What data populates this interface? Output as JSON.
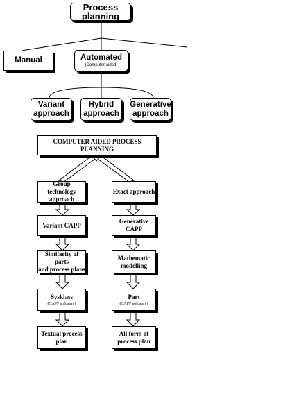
{
  "top": {
    "label": "Process planning"
  },
  "level1": {
    "manual": "Manual",
    "automated": "Automated",
    "automated_sub": "(Computer aided)"
  },
  "level2": {
    "variant": [
      "Variant",
      "approach"
    ],
    "hybrid": [
      "Hybrid",
      "approach"
    ],
    "generative": [
      "Generative",
      "approach"
    ]
  },
  "capp": {
    "title": "COMPUTER AIDED PROCESS PLANNING"
  },
  "left_column": {
    "step1": [
      "Group technology",
      "approach"
    ],
    "step2": "Variant CAPP",
    "step3": [
      "Similarity of parts",
      "and process plans"
    ],
    "step4": "Sysklass",
    "step4_sub": "(CAPP software)",
    "step5": [
      "Textual process",
      "plan"
    ]
  },
  "right_column": {
    "step1": "Exact approach",
    "step2": [
      "Generative",
      "CAPP"
    ],
    "step3": [
      "Mathematic",
      "modelling"
    ],
    "step4": "Part",
    "step4_sub": "(CAPP software)",
    "step5": [
      "All form of",
      "process plan"
    ]
  }
}
